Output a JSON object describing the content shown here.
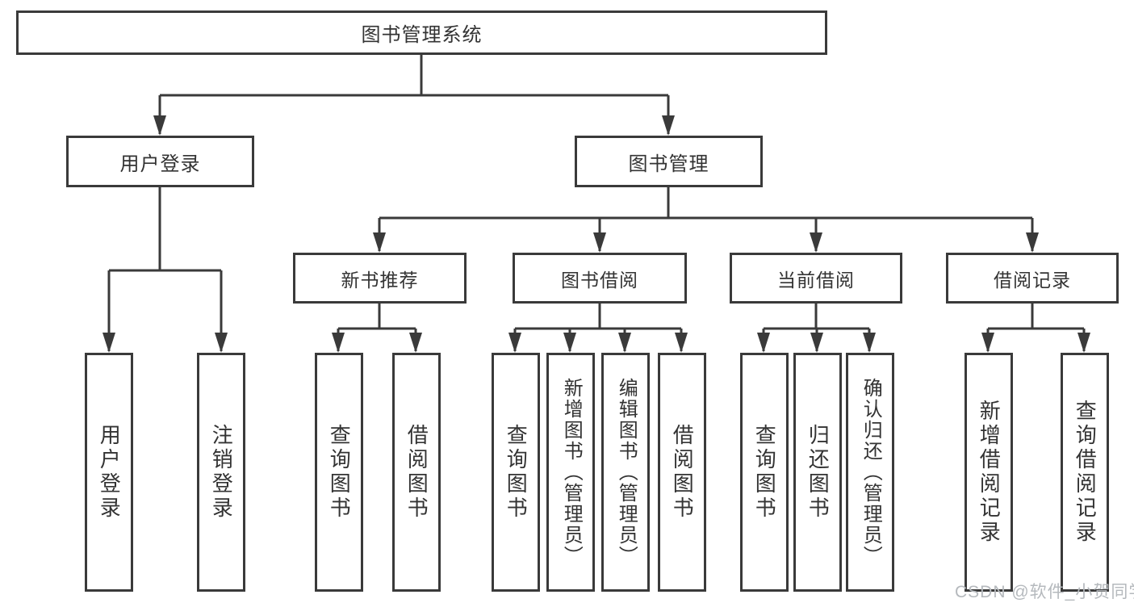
{
  "diagram": {
    "root": {
      "label": "图书管理系统"
    },
    "branches": [
      {
        "label": "用户登录",
        "children": [
          {
            "label": "用户登录"
          },
          {
            "label": "注销登录"
          }
        ]
      },
      {
        "label": "图书管理",
        "children": [
          {
            "label": "新书推荐",
            "children": [
              {
                "label": "查询图书"
              },
              {
                "label": "借阅图书"
              }
            ]
          },
          {
            "label": "图书借阅",
            "children": [
              {
                "label": "查询图书"
              },
              {
                "label": "新增图书（管理员）"
              },
              {
                "label": "编辑图书（管理员）"
              },
              {
                "label": "借阅图书"
              }
            ]
          },
          {
            "label": "当前借阅",
            "children": [
              {
                "label": "查询图书"
              },
              {
                "label": "归还图书"
              },
              {
                "label": "确认归还（管理员）"
              }
            ]
          },
          {
            "label": "借阅记录",
            "children": [
              {
                "label": "新增借阅记录"
              },
              {
                "label": "查询借阅记录"
              }
            ]
          }
        ]
      }
    ]
  },
  "watermark": {
    "text": "CSDN @软件_小贺同学"
  },
  "colors": {
    "line": "#3a3a3a",
    "text": "#333333",
    "watermark": "#b5b9bd",
    "background": "#ffffff"
  }
}
